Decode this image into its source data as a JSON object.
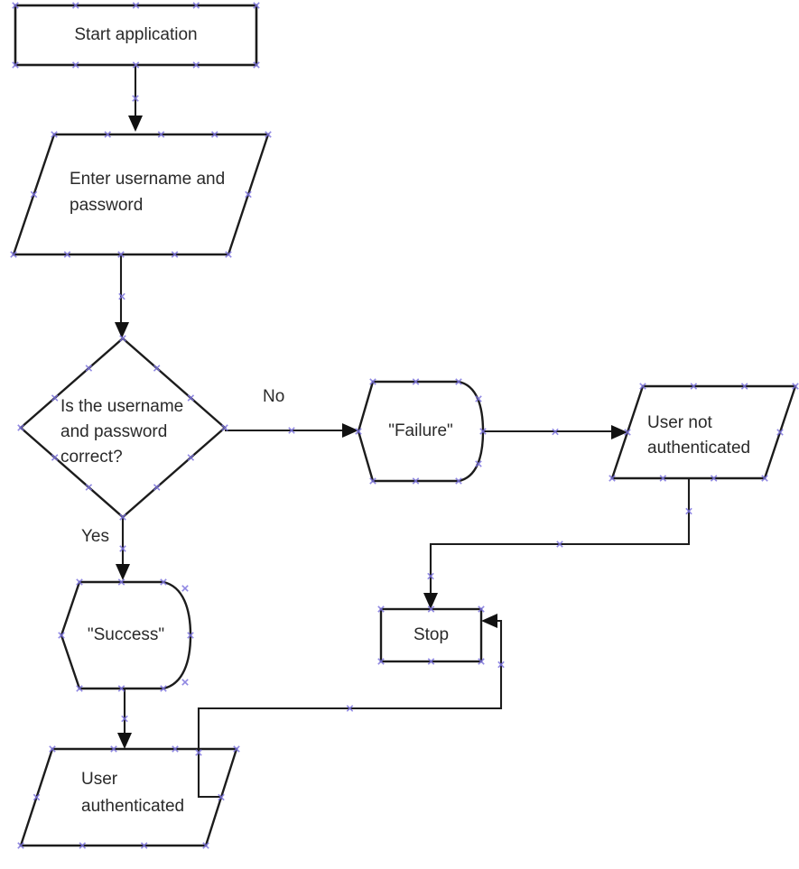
{
  "canvas": {
    "background_color": "#ffffff",
    "line_color": "#1c1c1c",
    "text_color": "#2a2a2a",
    "connection_point_color": "#7b72dd"
  },
  "nodes": {
    "start": {
      "type": "process",
      "label": "Start application"
    },
    "enter_credentials": {
      "type": "data-input",
      "label": "Enter username and password"
    },
    "decision": {
      "type": "decision",
      "label": "Is the username and password correct?"
    },
    "failure": {
      "type": "display",
      "label": "\"Failure\""
    },
    "user_not_authenticated": {
      "type": "data-output",
      "label": "User not authenticated"
    },
    "stop": {
      "type": "process",
      "label": "Stop"
    },
    "success": {
      "type": "display",
      "label": "\"Success\""
    },
    "user_authenticated": {
      "type": "data-output",
      "label": "User authenticated"
    }
  },
  "edge_labels": {
    "no": "No",
    "yes": "Yes"
  }
}
